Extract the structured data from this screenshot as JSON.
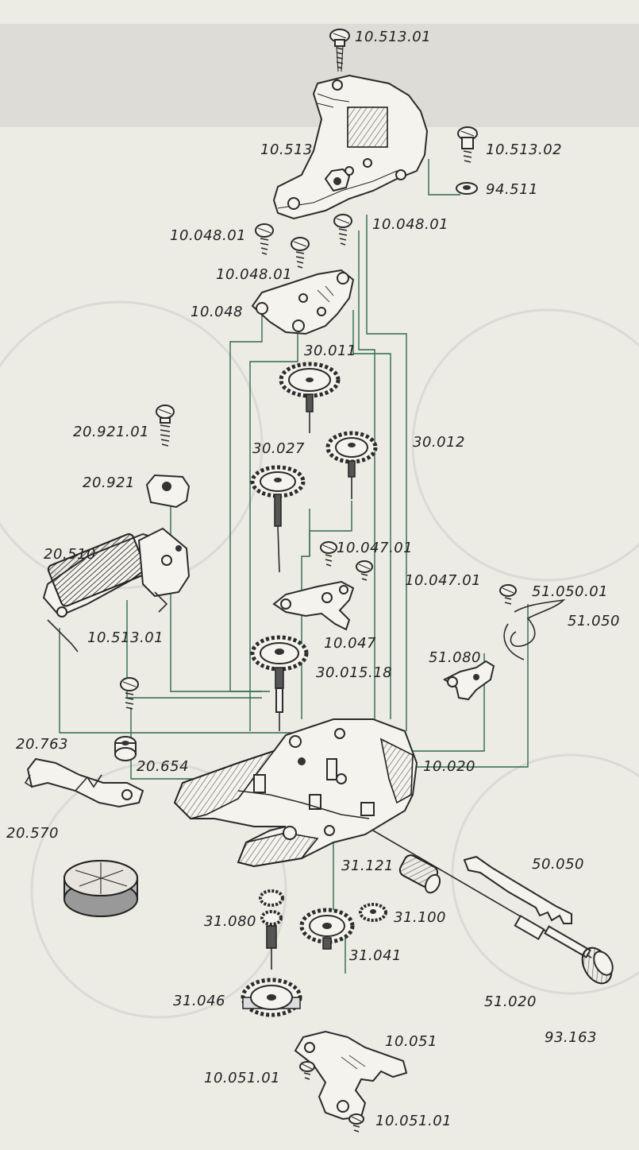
{
  "labels": {
    "l_10_513_01_top": "10.513.01",
    "l_10_513": "10.513",
    "l_10_513_02": "10.513.02",
    "l_94_511": "94.511",
    "l_10_048_01_a": "10.048.01",
    "l_10_048_01_b": "10.048.01",
    "l_10_048_01_c": "10.048.01",
    "l_10_048": "10.048",
    "l_30_011": "30.011",
    "l_20_921_01": "20.921.01",
    "l_30_027": "30.027",
    "l_30_012": "30.012",
    "l_20_921": "20.921",
    "l_20_510": "20.510",
    "l_10_047_01_a": "10.047.01",
    "l_10_047_01_b": "10.047.01",
    "l_51_050_01": "51.050.01",
    "l_51_050": "51.050",
    "l_10_047": "10.047",
    "l_10_513_01_mid": "10.513.01",
    "l_30_015_18": "30.015.18",
    "l_51_080": "51.080",
    "l_20_763": "20.763",
    "l_20_654": "20.654",
    "l_10_020": "10.020",
    "l_20_570": "20.570",
    "l_31_121": "31.121",
    "l_50_050": "50.050",
    "l_31_080": "31.080",
    "l_31_100": "31.100",
    "l_31_041": "31.041",
    "l_31_046": "31.046",
    "l_51_020": "51.020",
    "l_10_051": "10.051",
    "l_93_163": "93.163",
    "l_10_051_01_a": "10.051.01",
    "l_10_051_01_b": "10.051.01"
  }
}
